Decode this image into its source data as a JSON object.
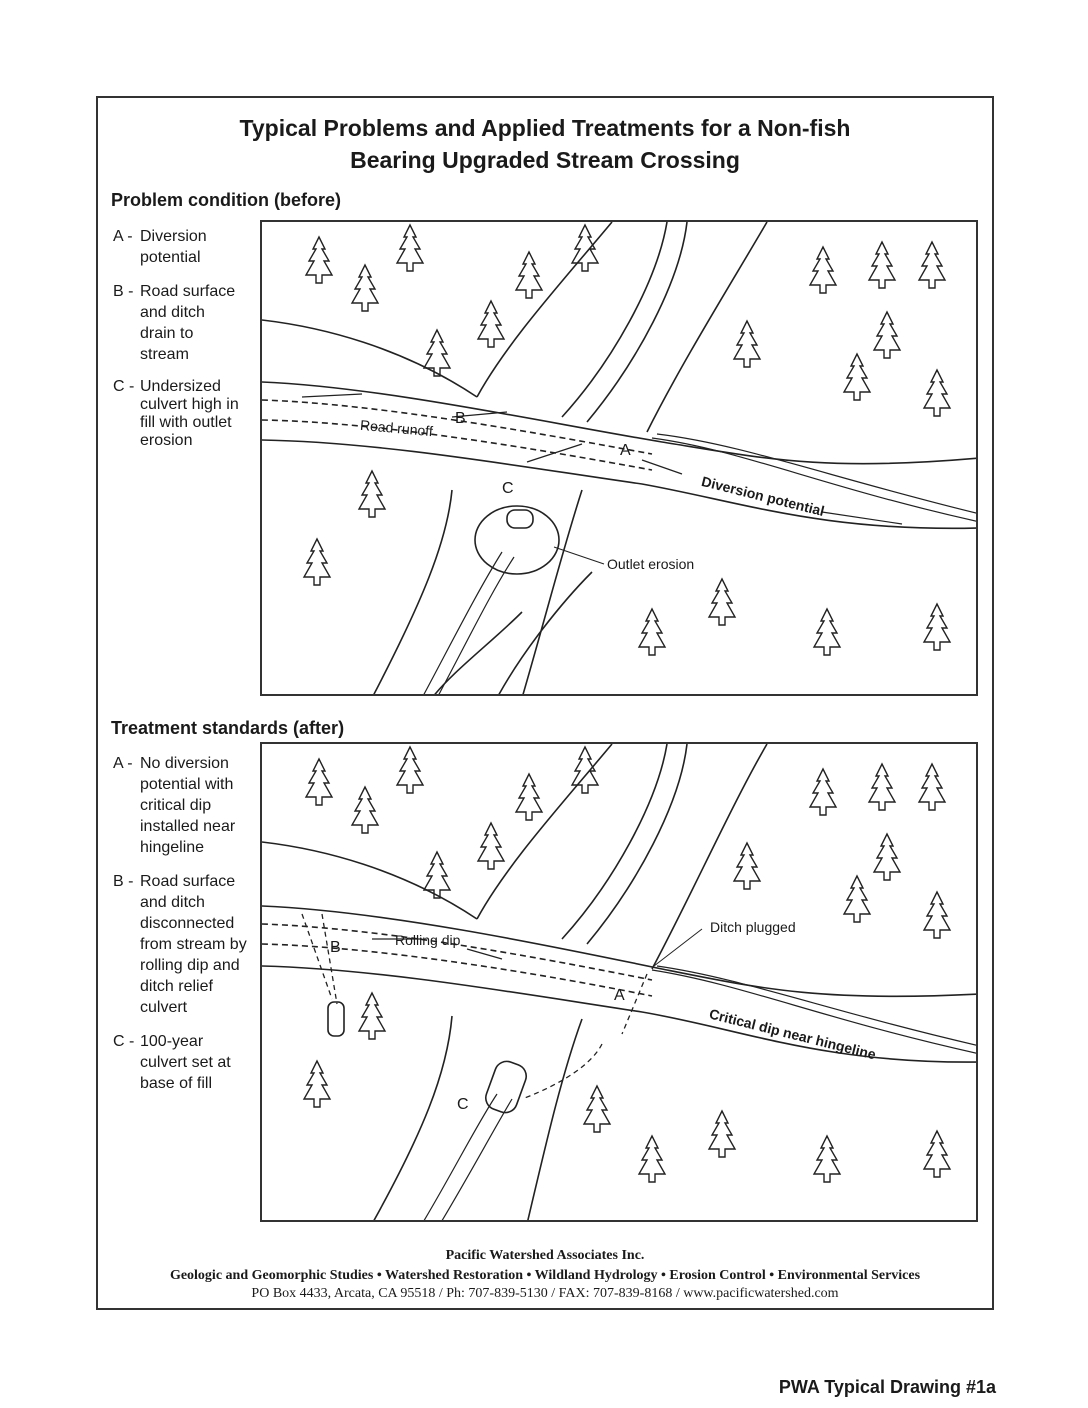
{
  "title_line1": "Typical Problems and Applied Treatments for a Non-fish",
  "title_line2": "Bearing Upgraded Stream Crossing",
  "before": {
    "heading": "Problem condition (before)",
    "legend": [
      {
        "key": "A -",
        "text": "Diversion potential"
      },
      {
        "key": "B -",
        "text": "Road surface and ditch drain to stream"
      },
      {
        "key": "C -",
        "text": "Undersized culvert high in fill with outlet erosion"
      }
    ],
    "labels": {
      "road_runoff": "Road runoff",
      "b": "B",
      "a": "A",
      "c": "C",
      "diversion": "Diversion potential",
      "outlet": "Outlet erosion"
    }
  },
  "after": {
    "heading": "Treatment standards (after)",
    "legend": [
      {
        "key": "A -",
        "text": "No diversion potential with critical dip installed near hingeline"
      },
      {
        "key": "B -",
        "text": "Road surface and ditch disconnected from stream by rolling dip and ditch relief culvert"
      },
      {
        "key": "C -",
        "text": "100-year culvert set at base of fill"
      }
    ],
    "labels": {
      "rolling_dip": "Rolling dip",
      "b": "B",
      "a": "A",
      "c": "C",
      "ditch_plugged": "Ditch plugged",
      "critical_dip": "Critical dip near hingeline"
    }
  },
  "footer": {
    "org": "Pacific Watershed Associates Inc.",
    "services": "Geologic and Geomorphic Studies • Watershed Restoration • Wildland Hydrology • Erosion Control • Environmental Services",
    "contact": "PO Box 4433, Arcata, CA  95518 / Ph: 707-839-5130 / FAX: 707-839-8168 / www.pacificwatershed.com"
  },
  "drawing_id": "PWA Typical Drawing #1a"
}
